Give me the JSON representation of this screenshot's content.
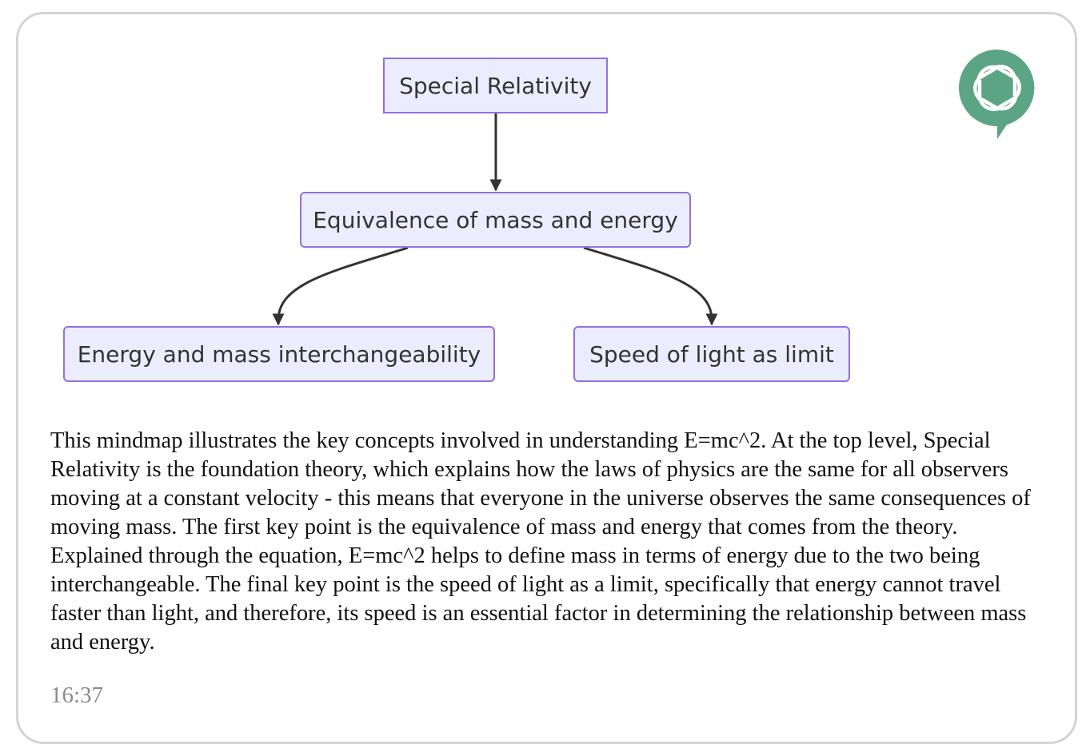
{
  "mindmap": {
    "nodes": {
      "root": "Special Relativity",
      "middle": "Equivalence of mass and energy",
      "left": "Energy and mass interchangeability",
      "right": "Speed of light as limit"
    },
    "node_fill": "#ECECFF",
    "node_border": "#9370DB",
    "edge_color": "#333333"
  },
  "logo": {
    "icon": "openai-logo-icon",
    "color": "#5BA585"
  },
  "message": {
    "text": "This mindmap illustrates the key concepts involved in understanding E=mc^2. At the top level, Special Relativity is the foundation theory, which explains how the laws of physics are the same for all observers moving at a constant velocity - this means that everyone in the universe observes the same consequences of moving mass. The first key point is the equivalence of mass and energy that comes from the theory. Explained through the equation, E=mc^2 helps to define mass in terms of energy due to the two being interchangeable. The final key point is the speed of light as a limit, specifically that energy cannot travel faster than light, and therefore, its speed is an essential factor in determining the relationship between mass and energy.",
    "timestamp": "16:37"
  }
}
